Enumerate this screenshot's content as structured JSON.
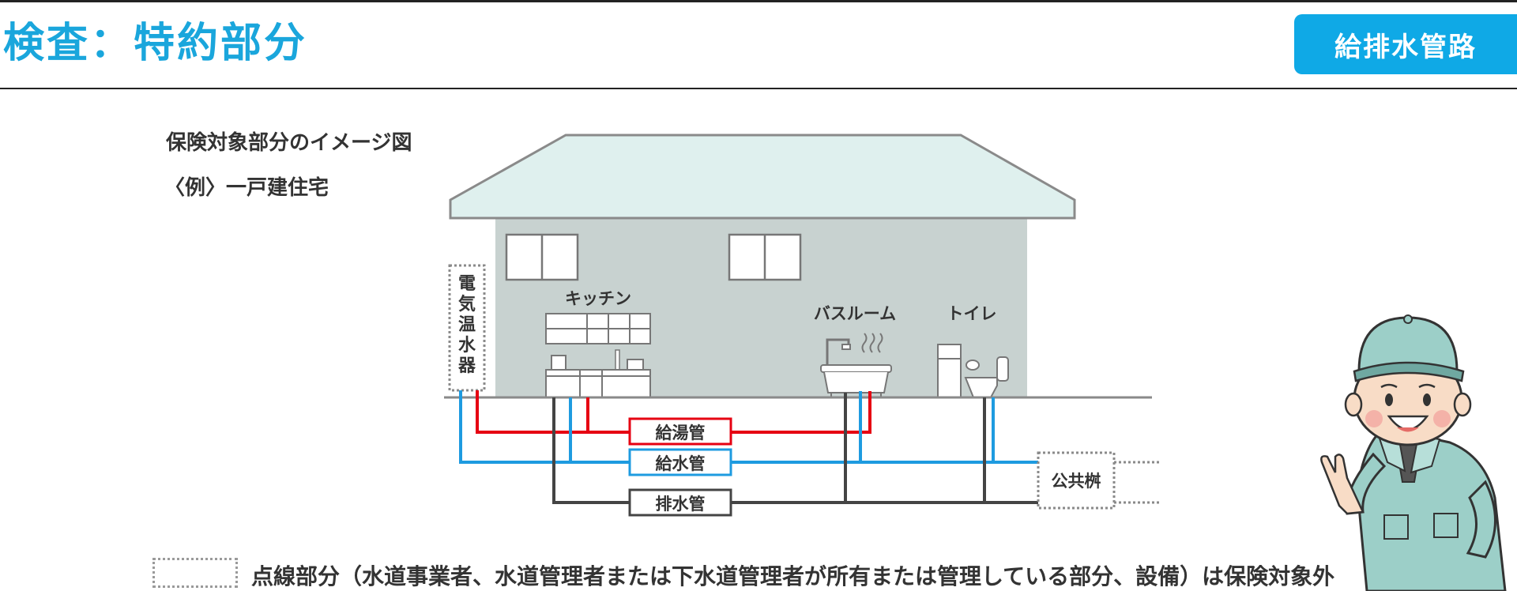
{
  "header": {
    "title": "検査：特約部分",
    "category_badge": "給排水管路"
  },
  "diagram": {
    "caption": "保険対象部分のイメージ図",
    "example": "〈例〉一戸建住宅",
    "rooms": {
      "kitchen": "キッチン",
      "bathroom": "バスルーム",
      "toilet": "トイレ"
    },
    "water_heater": [
      "電",
      "気",
      "温",
      "水",
      "器"
    ],
    "pipes": {
      "hot_water": "給湯管",
      "water_supply": "給水管",
      "drain": "排水管"
    },
    "public_basin": "公共桝",
    "colors": {
      "hot_water": "#e60012",
      "water_supply": "#1e9be0",
      "drain": "#444444",
      "house_wall": "#c8d2d0",
      "roof": "#dff0ee",
      "accent": "#1aa6dc"
    }
  },
  "legend": {
    "note": "点線部分（水道事業者、水道管理者または下水道管理者が所有または管理している部分、設備）は保険対象外"
  }
}
